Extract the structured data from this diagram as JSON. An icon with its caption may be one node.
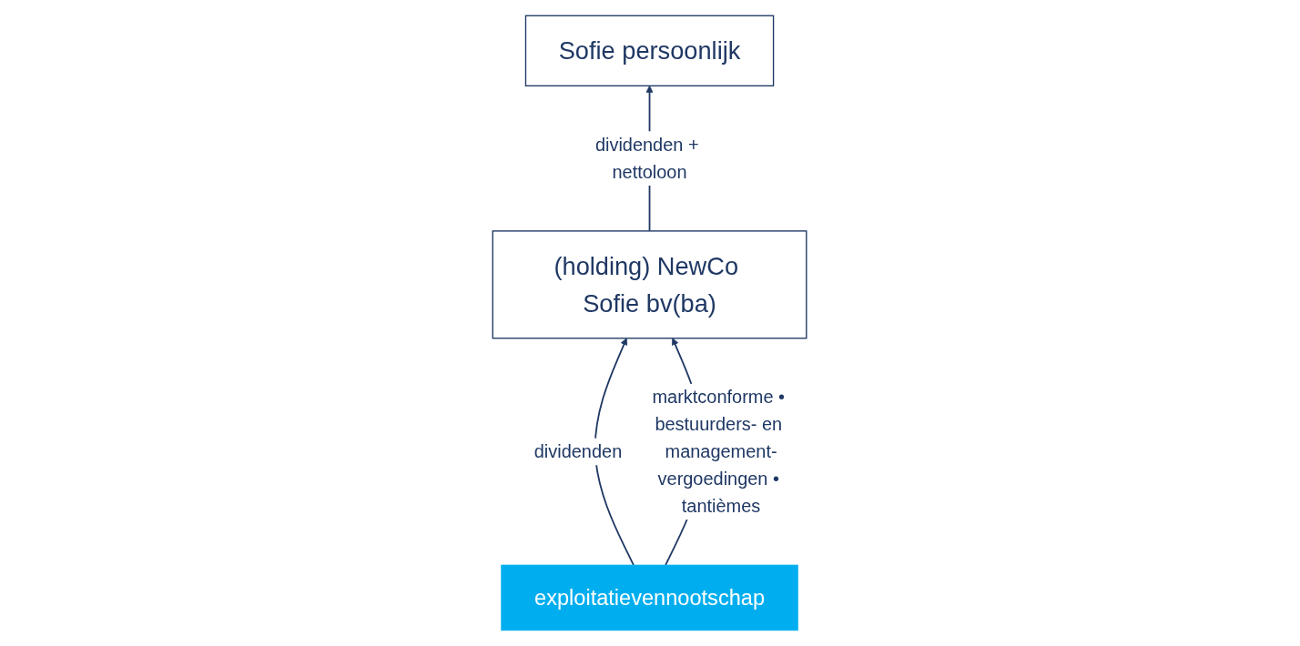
{
  "diagram": {
    "nodes": [
      {
        "text": [
          "Sofie persoonlijk"
        ]
      },
      {
        "text": [
          "(holding) NewCo Sofie bv(ba)"
        ]
      },
      {
        "text": [
          "exploitatievennootschap"
        ]
      }
    ],
    "edges": [
      {
        "from": 1,
        "to": 0,
        "arrow": "to",
        "label": "dividenden + nettoloon"
      },
      {
        "from": 2,
        "to": 1,
        "arrow": "to",
        "label": "dividenden"
      },
      {
        "from": 2,
        "to": 1,
        "arrow": "to",
        "label": "marktconforme • bestuurders- en management-vergoedingen • tantièmes"
      }
    ]
  }
}
